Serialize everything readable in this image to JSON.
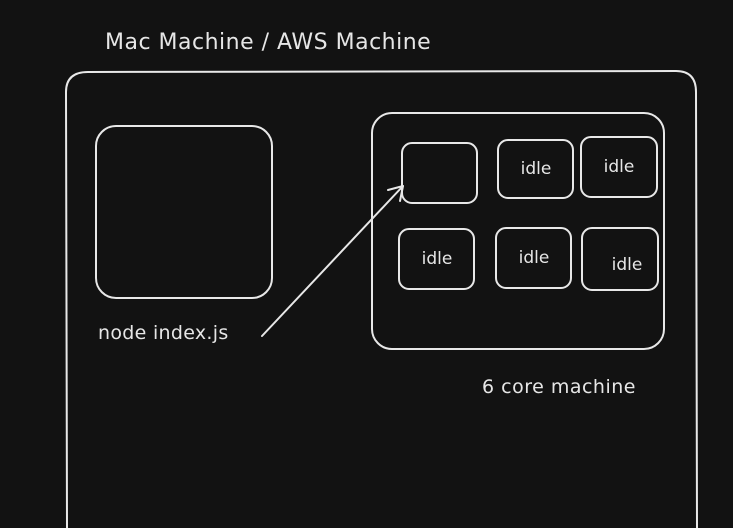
{
  "title": "Mac Machine / AWS Machine",
  "process_label": "node index.js",
  "cpu_caption": "6 core machine",
  "cores": [
    {
      "label": ""
    },
    {
      "label": "idle"
    },
    {
      "label": "idle"
    },
    {
      "label": "idle"
    },
    {
      "label": "idle"
    },
    {
      "label": "idle"
    }
  ],
  "colors": {
    "background": "#121212",
    "stroke": "#e8e8e8",
    "text": "#e6e6e6"
  }
}
